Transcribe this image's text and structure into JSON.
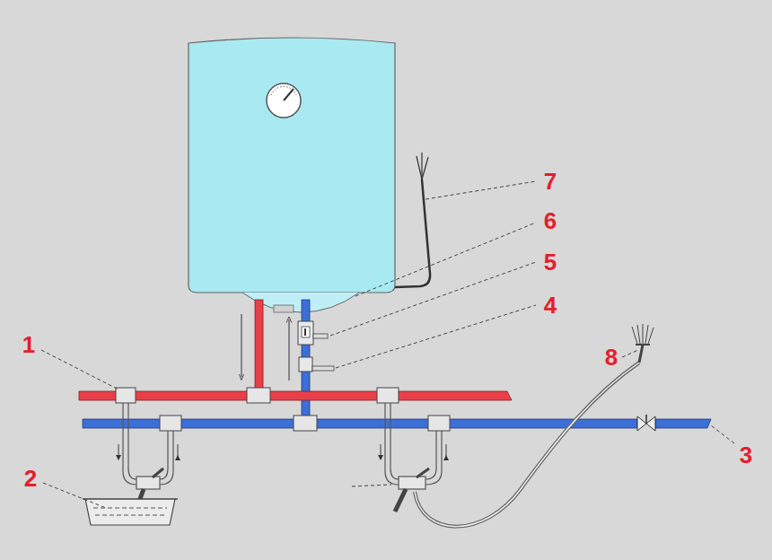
{
  "diagram": {
    "labels": [
      "7",
      "6",
      "5",
      "4",
      "1",
      "8",
      "2",
      "3"
    ]
  }
}
